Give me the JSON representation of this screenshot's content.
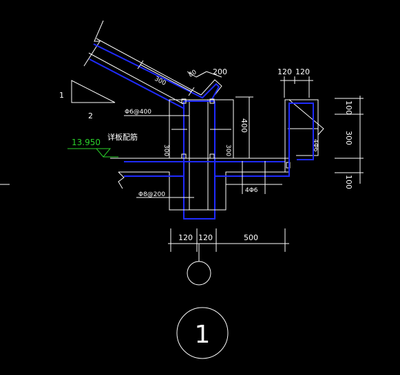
{
  "colors": {
    "background": "#000000",
    "line": "#ffffff",
    "rebar_outline": "#1f2bff",
    "elevation": "#2bd42b"
  },
  "slope_marker": {
    "rise": "1",
    "run": "2"
  },
  "elevation": {
    "value": "13.950",
    "note": "详板配筋"
  },
  "rebar": {
    "stirrup": "Φ6@400",
    "bottom_bar": "Φ8@200",
    "beam_bars_ledge": "4Φ6",
    "beam_bars_upstand": "4Φ6"
  },
  "dimensions": {
    "slab_thickness": "300",
    "eave_a": "80",
    "eave_b": "200",
    "column_left": "300",
    "column_right": "300",
    "column_height": "400",
    "upstand_w1": "120",
    "upstand_w2": "120",
    "upstand_h_top": "100",
    "upstand_h_mid": "300",
    "upstand_h_bot": "100",
    "base_w1": "120",
    "base_w2": "120",
    "ledge_length": "500"
  },
  "section_label": {
    "value": "1"
  }
}
